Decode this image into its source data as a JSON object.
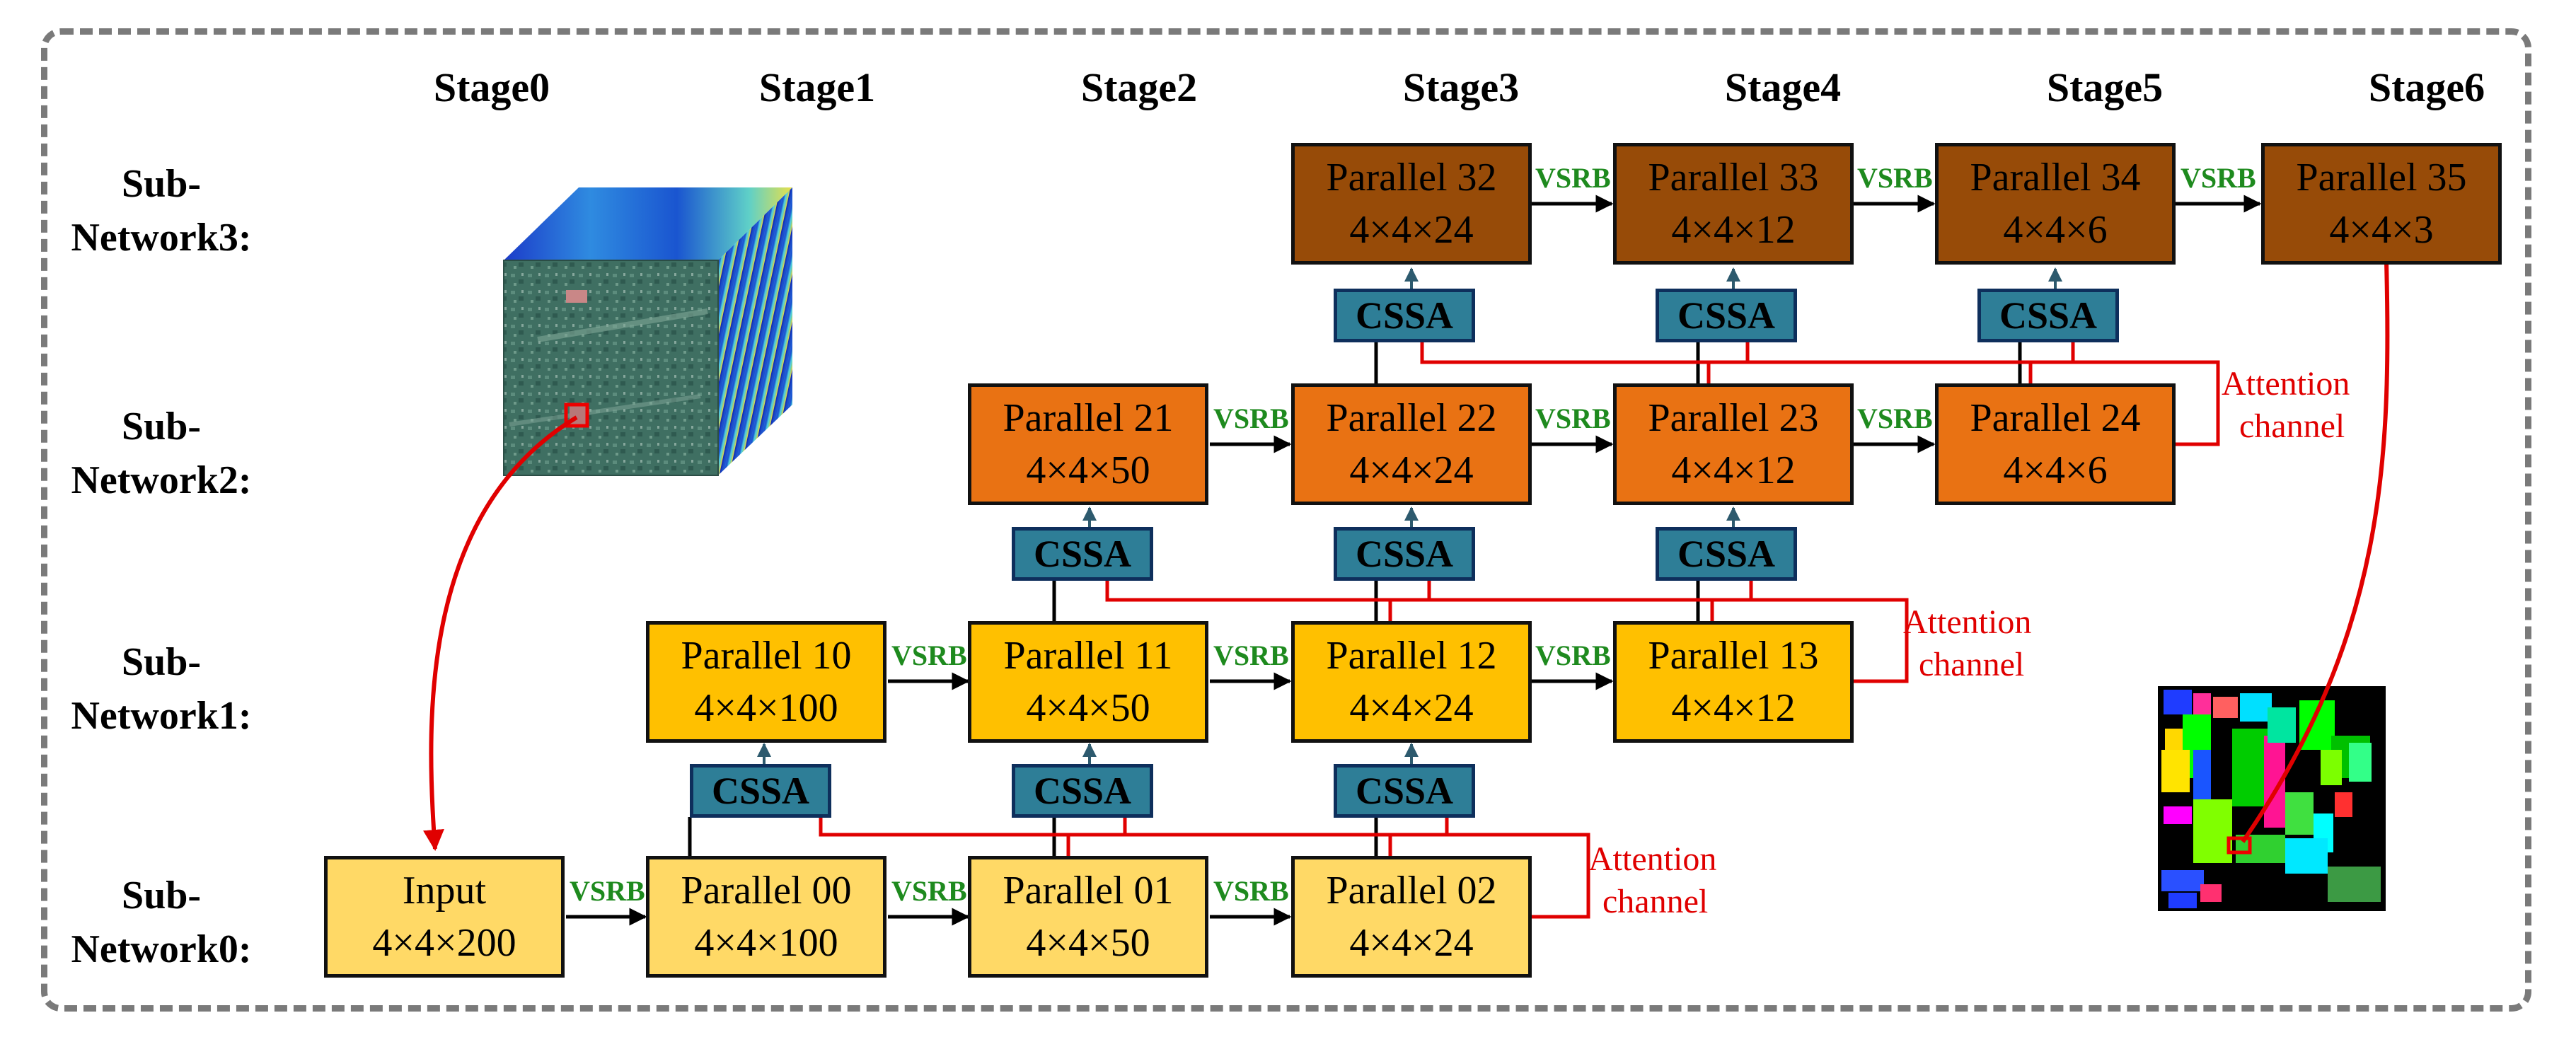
{
  "stages": [
    "Stage0",
    "Stage1",
    "Stage2",
    "Stage3",
    "Stage4",
    "Stage5",
    "Stage6"
  ],
  "subnetworks": [
    {
      "line1": "Sub-",
      "line2": "Network3:"
    },
    {
      "line1": "Sub-",
      "line2": "Network2:"
    },
    {
      "line1": "Sub-",
      "line2": "Network1:"
    },
    {
      "line1": "Sub-",
      "line2": "Network0:"
    }
  ],
  "nodes": {
    "input": {
      "name": "Input",
      "size": "4×4×200"
    },
    "p00": {
      "name": "Parallel 00",
      "size": "4×4×100"
    },
    "p01": {
      "name": "Parallel 01",
      "size": "4×4×50"
    },
    "p02": {
      "name": "Parallel 02",
      "size": "4×4×24"
    },
    "p10": {
      "name": "Parallel 10",
      "size": "4×4×100"
    },
    "p11": {
      "name": "Parallel 11",
      "size": "4×4×50"
    },
    "p12": {
      "name": "Parallel 12",
      "size": "4×4×24"
    },
    "p13": {
      "name": "Parallel 13",
      "size": "4×4×12"
    },
    "p21": {
      "name": "Parallel 21",
      "size": "4×4×50"
    },
    "p22": {
      "name": "Parallel 22",
      "size": "4×4×24"
    },
    "p23": {
      "name": "Parallel 23",
      "size": "4×4×12"
    },
    "p24": {
      "name": "Parallel 24",
      "size": "4×4×6"
    },
    "p32": {
      "name": "Parallel 32",
      "size": "4×4×24"
    },
    "p33": {
      "name": "Parallel 33",
      "size": "4×4×12"
    },
    "p34": {
      "name": "Parallel 34",
      "size": "4×4×6"
    },
    "p35": {
      "name": "Parallel 35",
      "size": "4×4×3"
    }
  },
  "cssa_label": "CSSA",
  "vsrb_label": "VSRB",
  "attention_label": {
    "line1": "Attention",
    "line2": "channel"
  },
  "colors": {
    "subnetwork0": "#ffd966",
    "subnetwork1": "#ffc000",
    "subnetwork2": "#e97213",
    "subnetwork3": "#974b08",
    "cssa": "#2e7e97",
    "vsrb_text": "#1e8a1e",
    "attention": "#e00000"
  }
}
